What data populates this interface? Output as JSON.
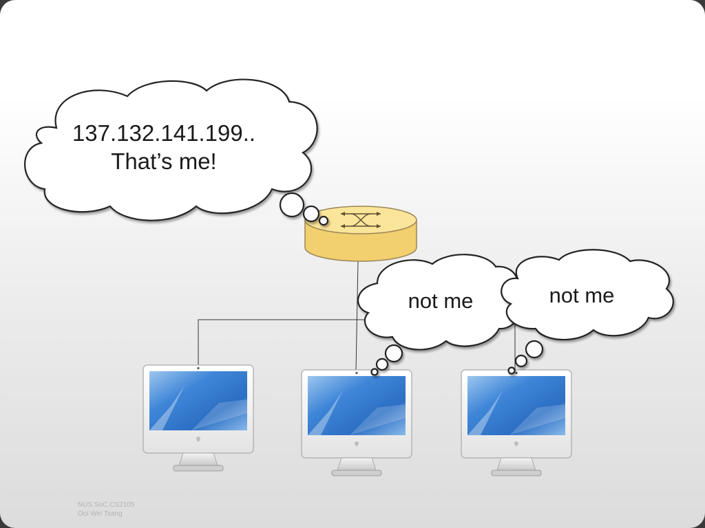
{
  "thoughts": {
    "router_line1": "137.132.141.199..",
    "router_line2": "That’s me!",
    "host_middle": "not me",
    "host_right": "not me"
  },
  "footer": {
    "line1": "NUS.SoC.CS2105",
    "line2": "Ooi Wei Tsang"
  },
  "icons": {
    "router": "router-icon",
    "computer": "imac-computer-icon"
  },
  "colors": {
    "router_fill": "#fbe59a",
    "router_stroke": "#a8935a",
    "bubble_fill": "#ffffff",
    "bubble_stroke": "#222222",
    "screen_blue": "#4f8fd8"
  }
}
